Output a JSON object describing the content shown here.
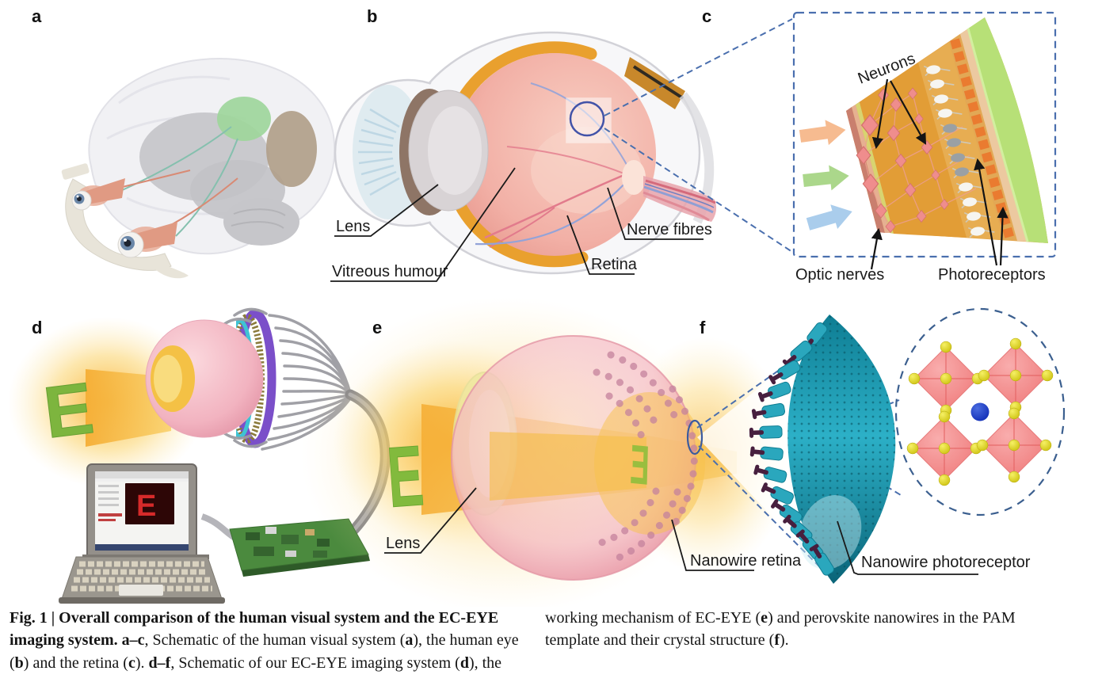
{
  "figure": {
    "panels": {
      "a": {
        "letter": "a"
      },
      "b": {
        "letter": "b",
        "labels": {
          "lens": "Lens",
          "vitreous_humour": "Vitreous humour",
          "nerve_fibres": "Nerve fibres",
          "retina": "Retina"
        }
      },
      "c": {
        "letter": "c",
        "labels": {
          "neurons": "Neurons",
          "optic_nerves": "Optic nerves",
          "photoreceptors": "Photoreceptors"
        }
      },
      "d": {
        "letter": "d",
        "stimulus_letter": "E",
        "screen_letter": "E"
      },
      "e": {
        "letter": "e",
        "stimulus_letter": "E",
        "projected_letter": "E",
        "labels": {
          "lens": "Lens",
          "nanowire_retina": "Nanowire retina"
        }
      },
      "f": {
        "letter": "f",
        "labels": {
          "nanowire_photoreceptor": "Nanowire photoreceptor"
        }
      }
    },
    "colors": {
      "stimulus_green": "#7DB53E",
      "beam_yellow": "#F6B93C",
      "eye_pink": "#F2AFA7",
      "sclera_white": "#F7F7F9",
      "choroid_orange": "#E9A02E",
      "retina_wedge_orange": "#E29D36",
      "neuron_pink": "#EF8D8D",
      "photoreceptor_gray": "#9AA0A4",
      "brick_orange": "#EA7B30",
      "outer_band_green": "#B7E077",
      "zoom_dash_blue": "#4A6FAE",
      "light_arrow_orange": "#F6BB90",
      "light_arrow_green": "#ABD78B",
      "light_arrow_blue": "#AACDEC",
      "ec_eye_purple": "#7B4FC9",
      "ec_eye_cyan": "#3FC3D4",
      "nanowire_teal": "#1FA3B8",
      "nanowire_pin_maroon": "#471F3E",
      "octahedron_pink": "#F58C8C",
      "ion_yellow": "#E8E13A",
      "ion_blue": "#2743CE",
      "pcb_green": "#4B8A3E",
      "screen_letter_red": "#D52A2A"
    }
  },
  "caption": {
    "col1": [
      {
        "t": "Fig. 1 | Overall comparison of the human visual system and the EC-EYE\nimaging system. a–c",
        "b": true
      },
      {
        "t": ", Schematic of the human visual system (",
        "b": false
      },
      {
        "t": "a",
        "b": true
      },
      {
        "t": "), the human eye\n(",
        "b": false
      },
      {
        "t": "b",
        "b": true
      },
      {
        "t": ") and the retina (",
        "b": false
      },
      {
        "t": "c",
        "b": true
      },
      {
        "t": "). ",
        "b": false
      },
      {
        "t": "d–f",
        "b": true
      },
      {
        "t": ", Schematic of our EC-EYE imaging system (",
        "b": false
      },
      {
        "t": "d",
        "b": true
      },
      {
        "t": "), the",
        "b": false
      }
    ],
    "col2": [
      {
        "t": "working mechanism of EC-EYE (",
        "b": false
      },
      {
        "t": "e",
        "b": true
      },
      {
        "t": ") and perovskite nanowires in the PAM\ntemplate and their crystal structure (",
        "b": false
      },
      {
        "t": "f",
        "b": true
      },
      {
        "t": ").",
        "b": false
      }
    ]
  }
}
